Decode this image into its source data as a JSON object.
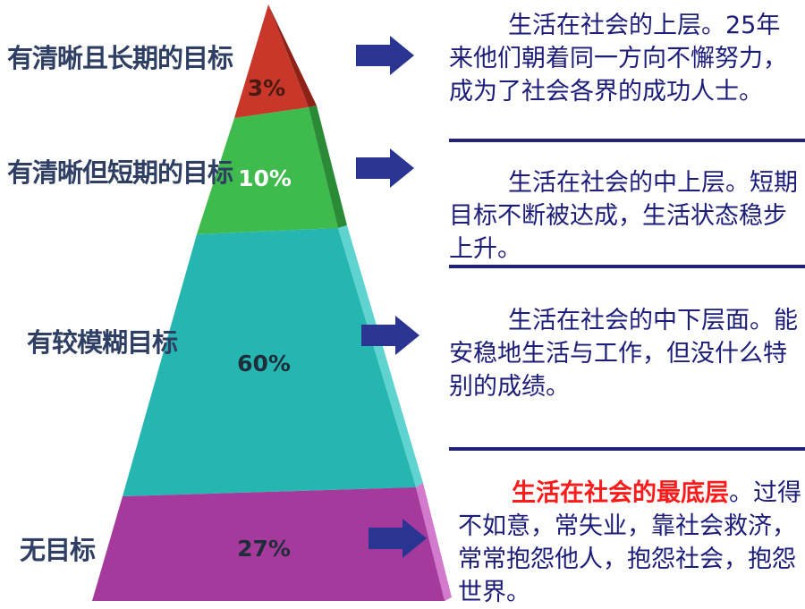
{
  "levels": [
    {
      "label": "有清晰且长期的目标",
      "percent": "3%",
      "color": "#c8372a",
      "desc_lead": "生活在社会的上层。",
      "desc_rest": "25年来他们朝着同一方向不懈努力，成为了社会各界的成功人士。"
    },
    {
      "label": "有清晰但短期的目标",
      "percent": "10%",
      "color": "#3ebb4c",
      "desc_lead": "生活在社会的中上层。",
      "desc_rest": "短期目标不断被达成，生活状态稳步上升。"
    },
    {
      "label": "有较模糊目标",
      "percent": "60%",
      "color": "#26b6b1",
      "desc_lead": "生活在社会的中下层面。",
      "desc_rest": "能安稳地生活与工作，但没什么特别的成绩。"
    },
    {
      "label": "无目标",
      "percent": "27%",
      "color": "#a53a9c",
      "desc_lead": "生活在社会的最底层",
      "desc_lead_suffix": "。",
      "desc_rest": "过得不如意，常失业，靠社会救济，常常抱怨他人，抱怨社会，抱怨世界。"
    }
  ],
  "colors": {
    "arrow": "#2a3592",
    "divider": "#22227a",
    "text": "#1c1c7a",
    "highlight": "#ff1a1a",
    "label": "#2e3f63"
  }
}
